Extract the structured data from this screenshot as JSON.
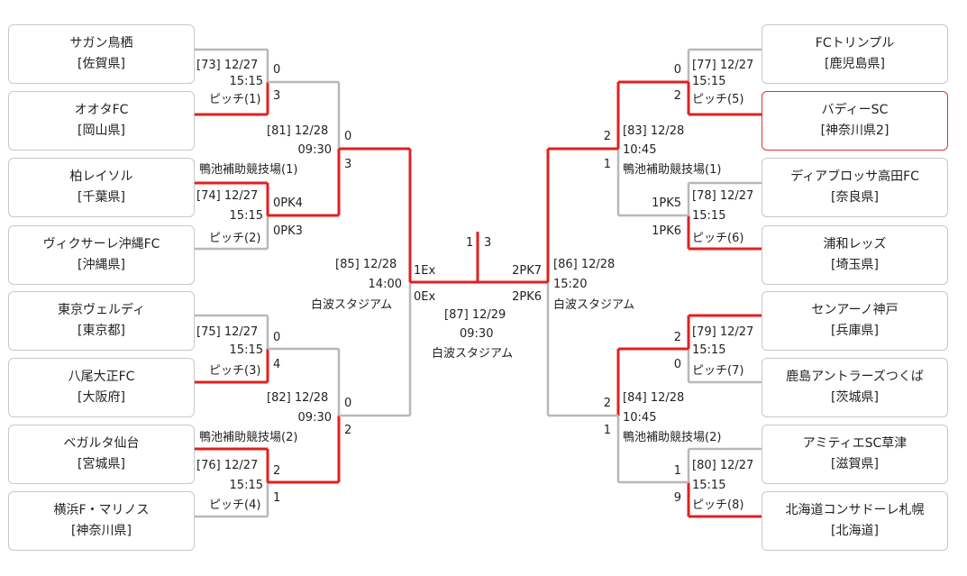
{
  "teams": [
    {
      "name": "サガン鳥栖",
      "pref": "[佐賀県]"
    },
    {
      "name": "オオタFC",
      "pref": "[岡山県]"
    },
    {
      "name": "柏レイソル",
      "pref": "[千葉県]"
    },
    {
      "name": "ヴィクサーレ沖縄FC",
      "pref": "[沖縄県]"
    },
    {
      "name": "東京ヴェルディ",
      "pref": "[東京都]"
    },
    {
      "name": "八尾大正FC",
      "pref": "[大阪府]"
    },
    {
      "name": "ベガルタ仙台",
      "pref": "[宮城県]"
    },
    {
      "name": "横浜F・マリノス",
      "pref": "[神奈川県]"
    },
    {
      "name": "FCトリンプル",
      "pref": "[鹿児島県]"
    },
    {
      "name": "バディーSC",
      "pref": "[神奈川県2]"
    },
    {
      "name": "ディアブロッサ高田FC",
      "pref": "[奈良県]"
    },
    {
      "name": "浦和レッズ",
      "pref": "[埼玉県]"
    },
    {
      "name": "センアーノ神戸",
      "pref": "[兵庫県]"
    },
    {
      "name": "鹿島アントラーズつくば",
      "pref": "[茨城県]"
    },
    {
      "name": "アミティエSC草津",
      "pref": "[滋賀県]"
    },
    {
      "name": "北海道コンサドーレ札幌",
      "pref": "[北海道]"
    }
  ],
  "matches": {
    "m73": {
      "no": "[73] 12/27",
      "time": "15:15",
      "venue": "ピッチ(1)",
      "s1": "0",
      "s2": "3"
    },
    "m74": {
      "no": "[74] 12/27",
      "time": "15:15",
      "venue": "ピッチ(2)",
      "s1": "0PK4",
      "s2": "0PK3"
    },
    "m75": {
      "no": "[75] 12/27",
      "time": "15:15",
      "venue": "ピッチ(3)",
      "s1": "0",
      "s2": "4"
    },
    "m76": {
      "no": "[76] 12/27",
      "time": "15:15",
      "venue": "ピッチ(4)",
      "s1": "2",
      "s2": "1"
    },
    "m77": {
      "no": "[77] 12/27",
      "time": "15:15",
      "venue": "ピッチ(5)",
      "s1": "0",
      "s2": "2"
    },
    "m78": {
      "no": "[78] 12/27",
      "time": "15:15",
      "venue": "ピッチ(6)",
      "s1": "1PK5",
      "s2": "1PK6"
    },
    "m79": {
      "no": "[79] 12/27",
      "time": "15:15",
      "venue": "ピッチ(7)",
      "s1": "2",
      "s2": "0"
    },
    "m80": {
      "no": "[80] 12/27",
      "time": "15:15",
      "venue": "ピッチ(8)",
      "s1": "1",
      "s2": "9"
    },
    "m81": {
      "no": "[81] 12/28",
      "time": "09:30",
      "venue": "鴨池補助競技場(1)",
      "s1": "0",
      "s2": "3"
    },
    "m82": {
      "no": "[82] 12/28",
      "time": "09:30",
      "venue": "鴨池補助競技場(2)",
      "s1": "0",
      "s2": "2"
    },
    "m83": {
      "no": "[83] 12/28",
      "time": "10:45",
      "venue": "鴨池補助競技場(1)",
      "s1": "2",
      "s2": "1"
    },
    "m84": {
      "no": "[84] 12/28",
      "time": "10:45",
      "venue": "鴨池補助競技場(2)",
      "s1": "2",
      "s2": "1"
    },
    "m85": {
      "no": "[85] 12/28",
      "time": "14:00",
      "venue": "白波スタジアム",
      "s1": "1Ex",
      "s2": "0Ex"
    },
    "m86": {
      "no": "[86] 12/28",
      "time": "15:20",
      "venue": "白波スタジアム",
      "s1": "2PK7",
      "s2": "2PK6"
    },
    "m87": {
      "no": "[87] 12/29",
      "time": "09:30",
      "venue": "白波スタジアム",
      "s1": "1",
      "s2": "3"
    }
  },
  "colors": {
    "winner_line": "#e02020",
    "loser_line": "#b8b8b8",
    "box_border": "#c8c8c8",
    "highlight_border": "#e03030"
  }
}
